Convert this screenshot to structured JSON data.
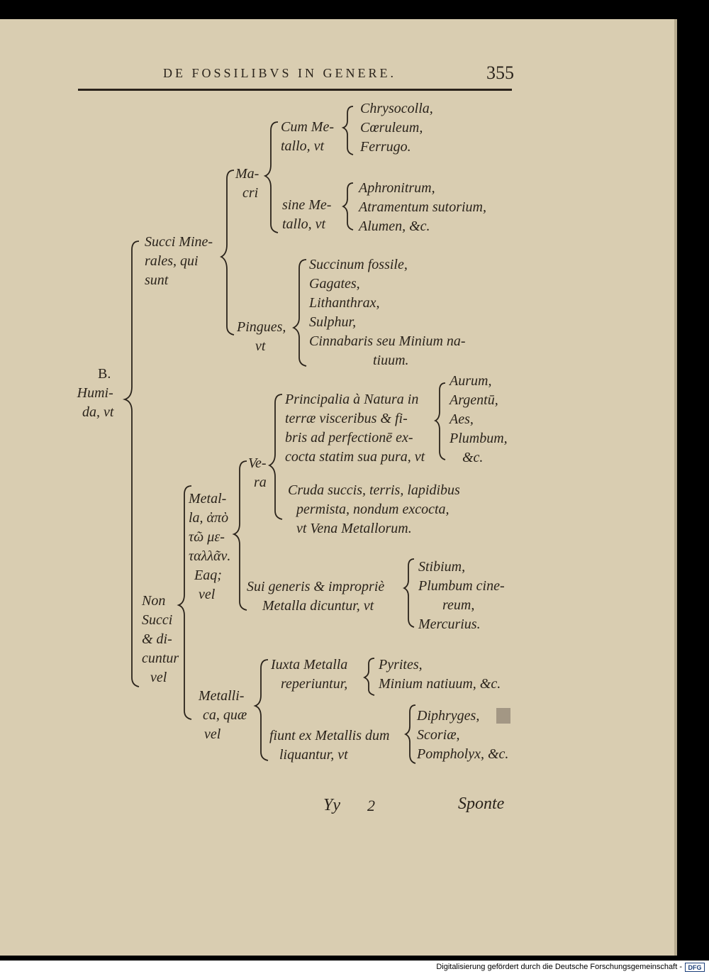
{
  "header": {
    "running_title": "DE FOSSILIBVS IN GENERE.",
    "page_number": "355"
  },
  "tree": {
    "b_humida": [
      "B.",
      "Humi-",
      "da, vt"
    ],
    "succi_minerales": [
      "Succi Mine-",
      "rales, qui",
      "sunt"
    ],
    "macri": [
      "Ma-",
      "cri"
    ],
    "cum_metallo": [
      "Cum Me-",
      "tallo, vt"
    ],
    "cum_metallo_items": [
      "Chrysocolla,",
      "Cœruleum,",
      "Ferrugo."
    ],
    "sine_metallo": [
      "sine Me-",
      "tallo, vt"
    ],
    "sine_metallo_items": [
      "Aphronitrum,",
      "Atramentum sutorium,",
      "Alumen, &c."
    ],
    "pingues": [
      "Pingues,",
      "vt"
    ],
    "pingues_items": [
      "Succinum fossile,",
      "Gagates,",
      "Lithanthrax,",
      "Sulphur,",
      "Cinnabaris seu Minium na-",
      "tiuum."
    ],
    "non_succi": [
      "Non",
      "Succi",
      "& di-",
      "cuntur",
      "vel"
    ],
    "metalla": [
      "Metal-",
      "la, ἀπὸ",
      "τῶ με-",
      "ταλλᾶν.",
      "Eaq;",
      "vel"
    ],
    "vera": [
      "Ve-",
      "ra"
    ],
    "principalia": [
      "Principalia à Natura in",
      "terræ visceribus & fi-",
      "bris ad perfectionē ex-",
      "cocta statim sua pura, vt"
    ],
    "principalia_items": [
      "Aurum,",
      "Argentū,",
      "Aes,",
      "Plumbum,",
      "&c."
    ],
    "cruda": [
      "Cruda succis, terris, lapidibus",
      "permista, nondum excocta,",
      "vt Vena Metallorum."
    ],
    "sui_generis": [
      "Sui generis & impropriè",
      "Metalla dicuntur, vt"
    ],
    "sui_generis_items": [
      "Stibium,",
      "Plumbum cine-",
      "reum,",
      "Mercurius."
    ],
    "metallica": [
      "Metalli-",
      "ca, quæ",
      "vel"
    ],
    "iuxta": [
      "Iuxta Metalla",
      "reperiuntur,"
    ],
    "iuxta_items": [
      "Pyrites,",
      "Minium natiuum, &c."
    ],
    "fiunt": [
      "fiunt ex Metallis dum",
      "liquantur, vt"
    ],
    "fiunt_items": [
      "Diphryges,",
      "Scoriæ,",
      "Pompholyx, &c."
    ]
  },
  "signature": {
    "mark": "Yy",
    "number": "2",
    "catchword": "Sponte"
  },
  "footer": {
    "credit": "Digitalisierung gefördert durch die Deutsche Forschungsgemeinschaft -",
    "logo_text": "DFG"
  }
}
